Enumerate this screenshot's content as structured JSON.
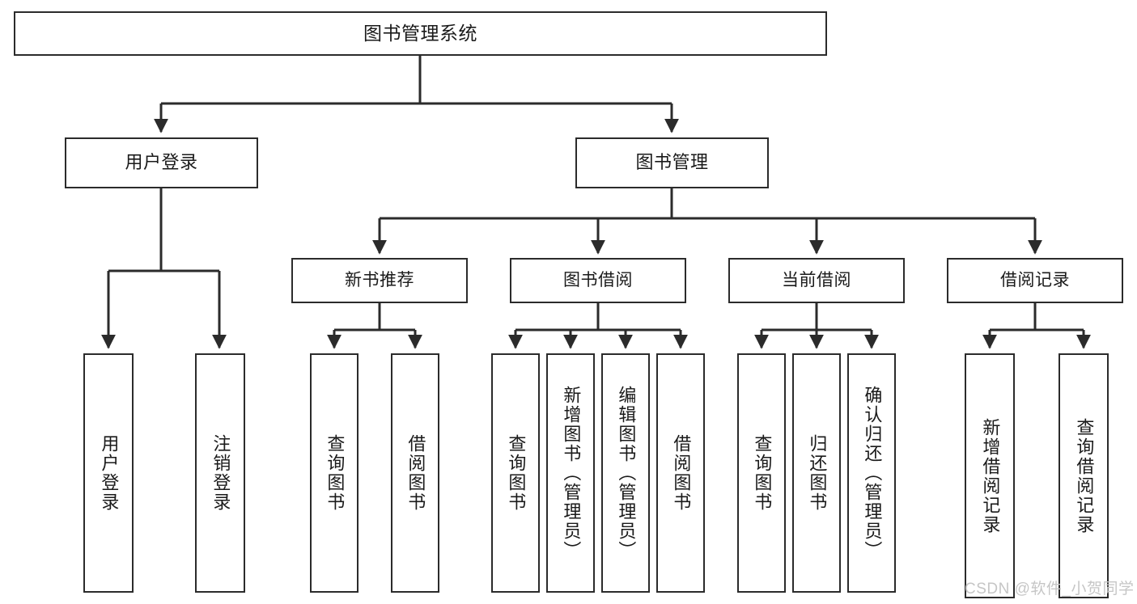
{
  "diagram": {
    "title_text": "图书管理系统",
    "watermark": "CSDN @软件_小贺同学",
    "colors": {
      "background": "#ffffff",
      "node_border": "#2b2b2b",
      "node_fill": "#ffffff",
      "connector": "#2b2b2b",
      "text": "#1a1a1a",
      "watermark": "#c6c6c6"
    },
    "root": {
      "label": "图书管理系统"
    },
    "level2": [
      {
        "label": "用户登录"
      },
      {
        "label": "图书管理"
      }
    ],
    "level3": [
      {
        "label": "新书推荐"
      },
      {
        "label": "图书借阅"
      },
      {
        "label": "当前借阅"
      },
      {
        "label": "借阅记录"
      }
    ],
    "leaves": {
      "user_login": [
        {
          "label": "用户登录"
        },
        {
          "label": "注销登录"
        }
      ],
      "new_book": [
        {
          "label": "查询图书"
        },
        {
          "label": "借阅图书"
        }
      ],
      "book_borrow": [
        {
          "label": "查询图书"
        },
        {
          "label": "新增图书（管理员）"
        },
        {
          "label": "编辑图书（管理员）"
        },
        {
          "label": "借阅图书"
        }
      ],
      "current_borrow": [
        {
          "label": "查询图书"
        },
        {
          "label": "归还图书"
        },
        {
          "label": "确认归还（管理员）"
        }
      ],
      "borrow_record": [
        {
          "label": "新增借阅记录"
        },
        {
          "label": "查询借阅记录"
        }
      ]
    }
  },
  "chart_data": {
    "type": "table",
    "title": "图书管理系统 功能结构图",
    "hierarchy": [
      {
        "level": 1,
        "name": "图书管理系统",
        "children": [
          {
            "level": 2,
            "name": "用户登录",
            "children": [
              {
                "level": 3,
                "name": "用户登录"
              },
              {
                "level": 3,
                "name": "注销登录"
              }
            ]
          },
          {
            "level": 2,
            "name": "图书管理",
            "children": [
              {
                "level": 3,
                "name": "新书推荐",
                "children": [
                  {
                    "level": 4,
                    "name": "查询图书"
                  },
                  {
                    "level": 4,
                    "name": "借阅图书"
                  }
                ]
              },
              {
                "level": 3,
                "name": "图书借阅",
                "children": [
                  {
                    "level": 4,
                    "name": "查询图书"
                  },
                  {
                    "level": 4,
                    "name": "新增图书（管理员）"
                  },
                  {
                    "level": 4,
                    "name": "编辑图书（管理员）"
                  },
                  {
                    "level": 4,
                    "name": "借阅图书"
                  }
                ]
              },
              {
                "level": 3,
                "name": "当前借阅",
                "children": [
                  {
                    "level": 4,
                    "name": "查询图书"
                  },
                  {
                    "level": 4,
                    "name": "归还图书"
                  },
                  {
                    "level": 4,
                    "name": "确认归还（管理员）"
                  }
                ]
              },
              {
                "level": 3,
                "name": "借阅记录",
                "children": [
                  {
                    "level": 4,
                    "name": "新增借阅记录"
                  },
                  {
                    "level": 4,
                    "name": "查询借阅记录"
                  }
                ]
              }
            ]
          }
        ]
      }
    ]
  }
}
